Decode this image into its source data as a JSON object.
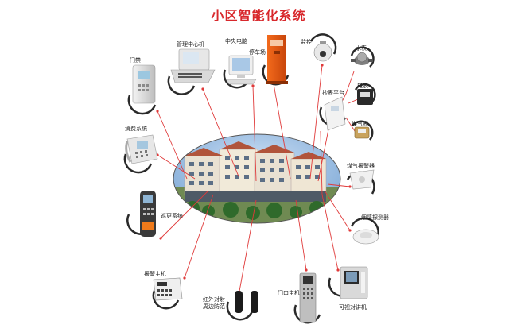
{
  "title": "小区智能化系统",
  "labels": {
    "door_access": "门禁",
    "management_center": "管理中心机",
    "central_computer": "中央电脑",
    "parking": "停车场",
    "monitoring": "监控",
    "water_meter": "水表",
    "meter_platform": "抄表平台",
    "electric_meter": "电表",
    "gas_meter": "煤气表",
    "consumption_system": "消费系统",
    "gas_alarm": "煤气报警器",
    "patrol_system": "巡更系统",
    "smoke_detector": "烟感探测器",
    "alarm_host": "报警主机",
    "ir_perimeter_line1": "红外对射",
    "ir_perimeter_line2": "周边防范",
    "door_host": "门口主机",
    "video_intercom": "可视对讲机"
  },
  "colors": {
    "accent": "#d8282c",
    "ring": "#2a2a2a",
    "line": "#e03a3a"
  }
}
